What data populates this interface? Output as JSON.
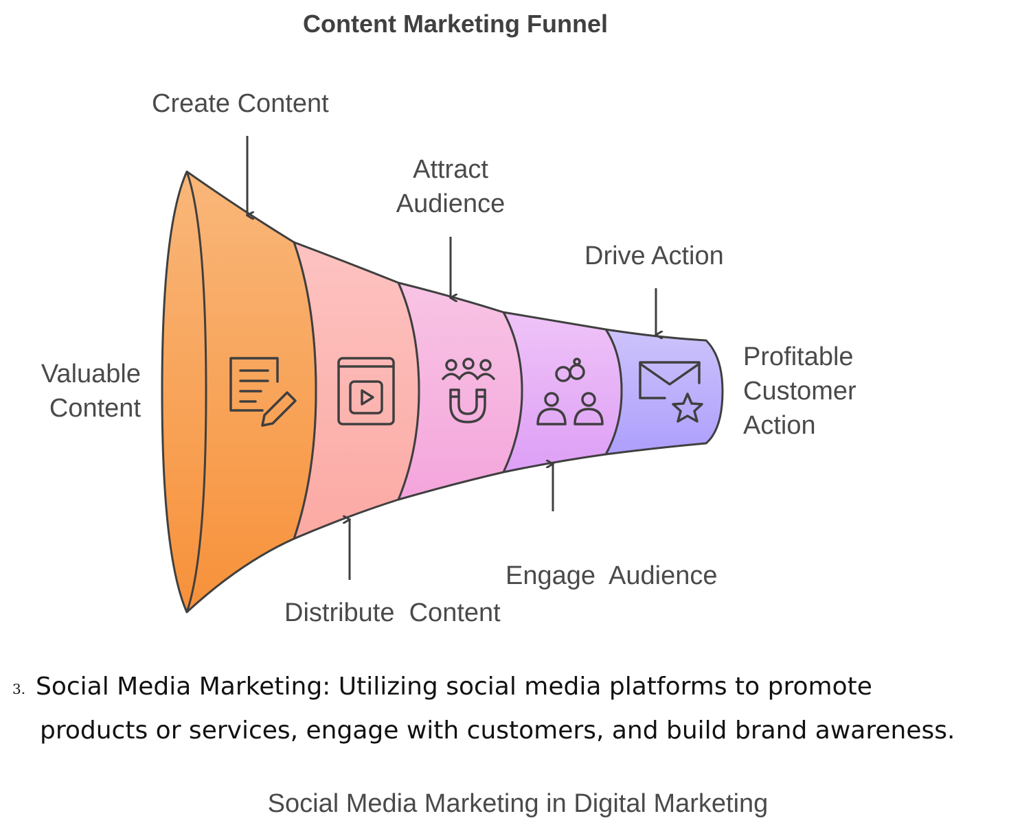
{
  "title": "Content Marketing Funnel",
  "stages": [
    {
      "label": "Create Content",
      "icon": "document-edit-icon",
      "color": "#f9a85e"
    },
    {
      "label": "Distribute  Content",
      "icon": "video-play-icon",
      "color": "#fdb3b1"
    },
    {
      "label": "Attract Audience",
      "icon": "audience-magnet-icon",
      "color": "#f7b8dc"
    },
    {
      "label": "Engage  Audience",
      "icon": "people-link-icon",
      "color": "#e9b3f6"
    },
    {
      "label": "Drive Action",
      "icon": "mail-star-icon",
      "color": "#c0b2fc"
    }
  ],
  "input_label": "Valuable Content",
  "output_label": "Profitable Customer Action",
  "paragraph": {
    "number": "3.",
    "text_line1": "Social Media Marketing: Utilizing social media platforms to promote",
    "text_line2": "products or services, engage with customers, and build brand awareness."
  },
  "caption": "Social Media Marketing in Digital Marketing"
}
